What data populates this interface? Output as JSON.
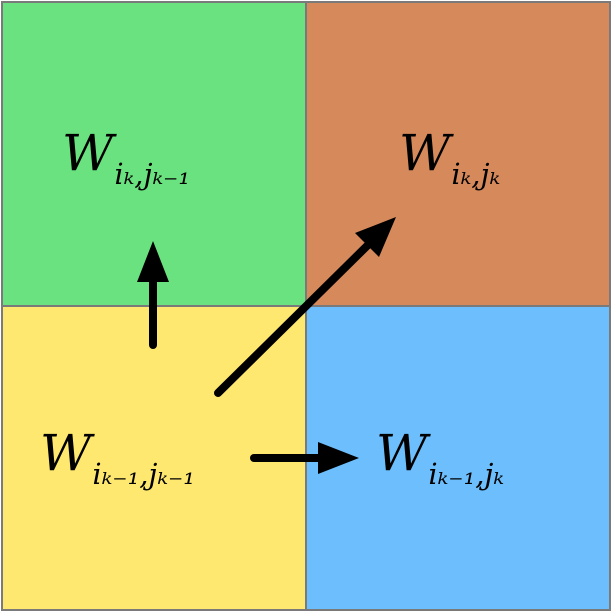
{
  "colors": {
    "top_left": "#6ae27f",
    "top_right": "#d6895b",
    "bottom_left": "#ffe86f",
    "bottom_right": "#6cbffc",
    "border": "#7a7a7a",
    "arrow": "#000000"
  },
  "cells": {
    "top_left": {
      "main": "W",
      "sub": "iₖ,jₖ₋₁"
    },
    "top_right": {
      "main": "W",
      "sub": "iₖ,jₖ"
    },
    "bottom_left": {
      "main": "W",
      "sub": "iₖ₋₁,jₖ₋₁"
    },
    "bottom_right": {
      "main": "W",
      "sub": "iₖ₋₁,jₖ"
    }
  }
}
